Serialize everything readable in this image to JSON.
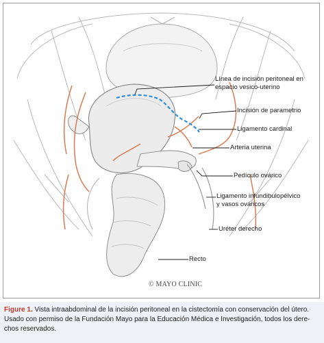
{
  "labels": {
    "peritoneal_line_1": "Línea de incisión peritoneal en",
    "peritoneal_line_2": "espacio vesico-uterino",
    "parametrium": "Incisión de parametrio",
    "cardinal": "Ligamento cardinal",
    "uterine_artery": "Arteria uterina",
    "ovarian_pedicle": "Pedículo ovárico",
    "infundibulo_1": "Ligamento   infundibulopélvico",
    "infundibulo_2": "y vasos ováricos",
    "ureter": "Uréter derecho",
    "rectum": "Recto"
  },
  "credit": "© MAYO CLINIC",
  "caption": {
    "figure_label": "Figure 1.",
    "line_1": " Vista intraabdominal de la incisión peritoneal en la cistectomía con conservación del útero.",
    "line_2": "Usado con permiso de la Fundación Mayo para la Educación Médica e Investigación, todos los dere-",
    "line_3": "chos reservados."
  },
  "colors": {
    "incision_line": "#2e8fd8",
    "vessel": "#d97a52",
    "caption_background": "#eef1f6",
    "figure_label": "#c0392b"
  }
}
